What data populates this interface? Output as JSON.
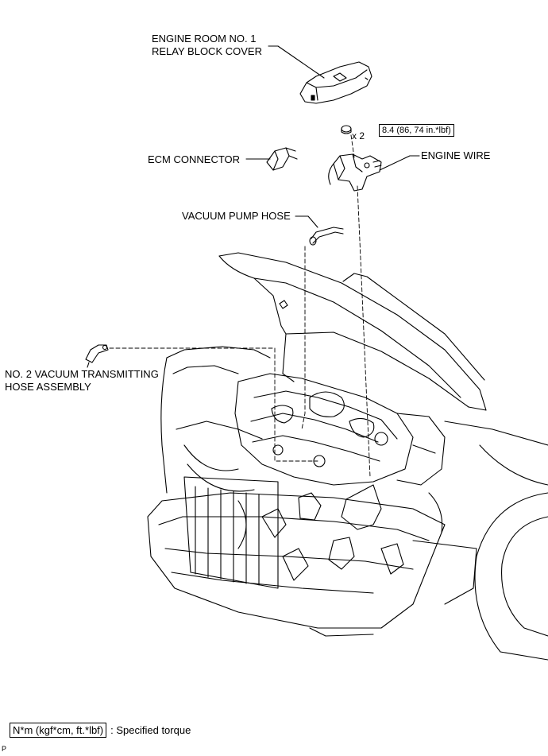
{
  "labels": {
    "relay_block_cover": "ENGINE ROOM NO. 1\nRELAY BLOCK COVER",
    "ecm_connector": "ECM CONNECTOR",
    "engine_wire": "ENGINE WIRE",
    "vacuum_pump_hose": "VACUUM PUMP HOSE",
    "vacuum_transmitting_hose": "NO. 2 VACUUM TRANSMITTING\nHOSE ASSEMBLY"
  },
  "torque": {
    "value": "8.4 (86, 74 in.*lbf)",
    "quantity": "x 2"
  },
  "legend": {
    "unit": "N*m (kgf*cm, ft.*lbf)",
    "description": ": Specified torque"
  },
  "footer": {
    "code": "P"
  }
}
